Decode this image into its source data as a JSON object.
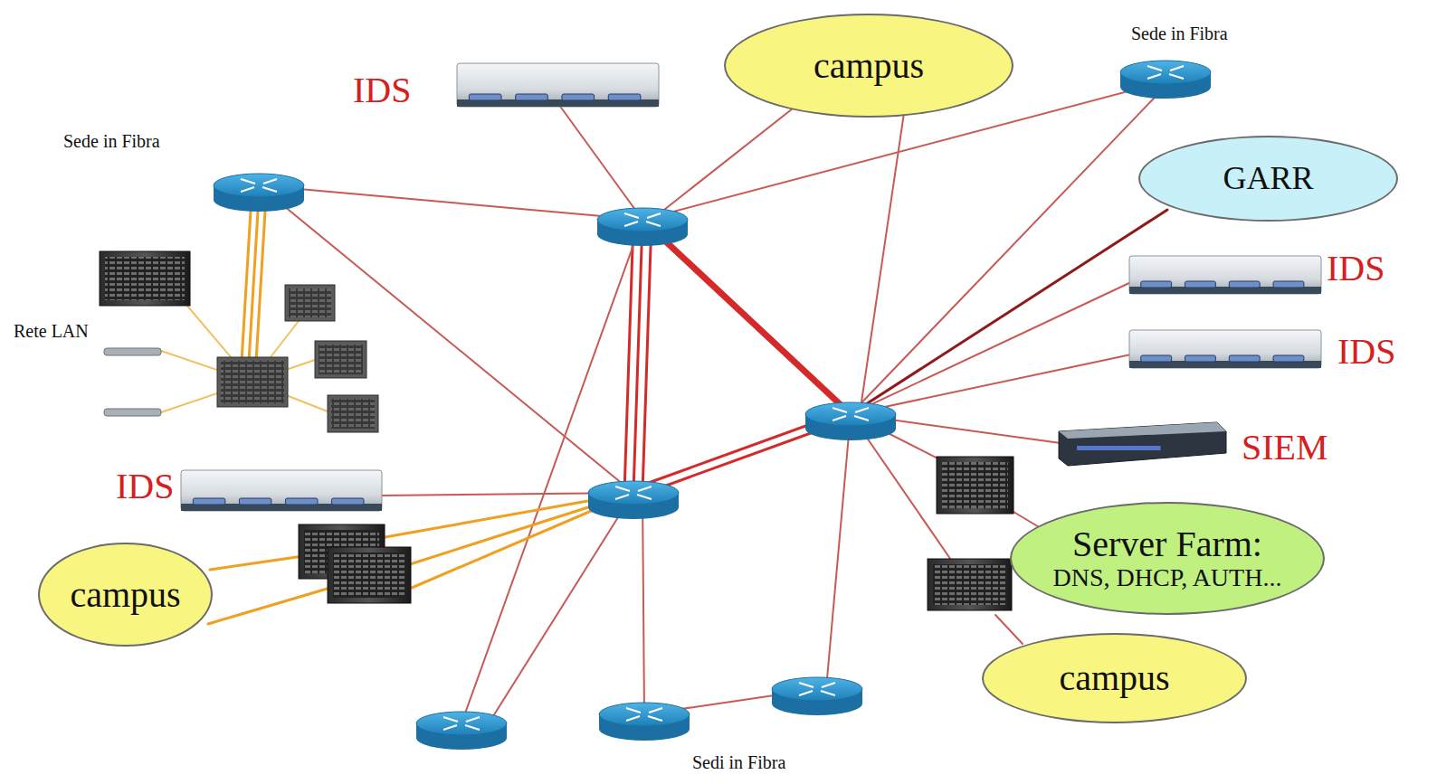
{
  "diagram": {
    "nodes": [
      {
        "text": [
          "IDS"
        ]
      },
      {
        "text": [
          "campus"
        ]
      },
      {
        "text": [
          "Sede in Fibra"
        ]
      },
      {
        "text": [
          "Sede in Fibra"
        ]
      },
      {
        "text": [
          "GARR"
        ]
      },
      {
        "text": [
          "IDS"
        ]
      },
      {
        "text": [
          "IDS"
        ]
      },
      {
        "text": [
          "Rete LAN"
        ]
      },
      {
        "text": [
          "SIEM"
        ]
      },
      {
        "text": [
          "IDS"
        ]
      },
      {
        "text": [
          "Server Farm:",
          "DNS, DHCP, AUTH..."
        ]
      },
      {
        "text": [
          "campus"
        ]
      },
      {
        "text": [
          "campus"
        ]
      },
      {
        "text": [
          "Sedi in Fibra"
        ]
      }
    ]
  }
}
